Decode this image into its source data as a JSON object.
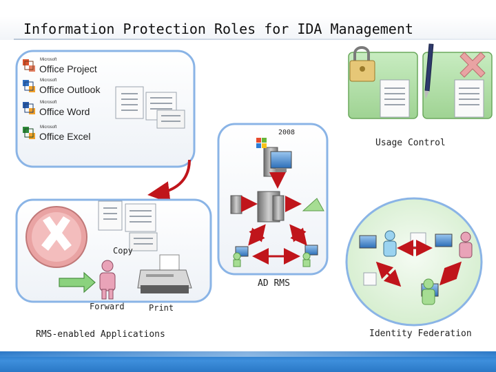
{
  "title": "Information Protection Roles for IDA Management",
  "office_apps": [
    {
      "brand": "Microsoft",
      "name": "Office Project",
      "color": "#d9532c"
    },
    {
      "brand": "Microsoft",
      "name": "Office Outlook",
      "color": "#2f6fc1"
    },
    {
      "brand": "Microsoft",
      "name": "Office Word",
      "color": "#2a5caa"
    },
    {
      "brand": "Microsoft",
      "name": "Office Excel",
      "color": "#2f8a3a"
    }
  ],
  "labels": {
    "server_version": "2008",
    "usage_control": "Usage Control",
    "copy": "Copy",
    "ad_rms": "AD RMS",
    "forward": "Forward",
    "print": "Print",
    "rms_enabled_applications": "RMS-enabled Applications",
    "identity_federation": "Identity Federation"
  },
  "colors": {
    "panel_border": "#8ab4e6",
    "panel_fill": "#f4f7fb",
    "green_panel": "#b7e0b0",
    "arrow_red": "#c0151b",
    "footer_blue": "#2a78c6"
  }
}
